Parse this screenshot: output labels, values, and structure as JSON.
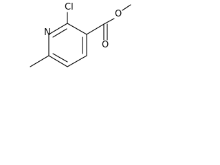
{
  "structure": {
    "atoms": {
      "nitrogen": "N",
      "chlorine": "Cl",
      "carbonyl_oxygen": "O",
      "ester_oxygen": "O"
    }
  }
}
